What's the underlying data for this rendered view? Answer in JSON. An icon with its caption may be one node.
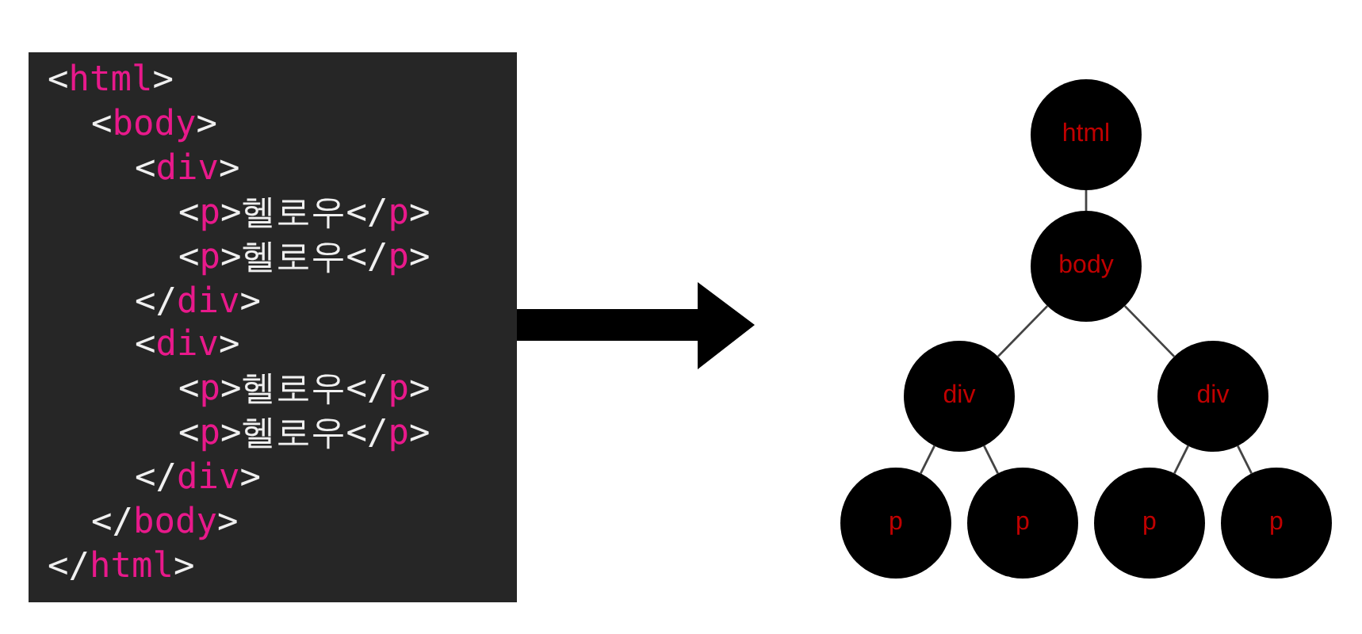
{
  "diagram": {
    "nodes": [
      {
        "text": [
          "<html>",
          "<body>",
          "<div>",
          "<p>헬로우</p>",
          "<p>헬로우</p>",
          "</div>",
          "<div>",
          "<p>헬로우</p>",
          "<p>헬로우</p>",
          "</div>",
          "</body>",
          "</html>"
        ]
      },
      {
        "text": [
          "html"
        ]
      },
      {
        "text": [
          "body"
        ]
      },
      {
        "text": [
          "div"
        ]
      },
      {
        "text": [
          "div"
        ]
      },
      {
        "text": [
          "p"
        ]
      },
      {
        "text": [
          "p"
        ]
      },
      {
        "text": [
          "p"
        ]
      },
      {
        "text": [
          "p"
        ]
      }
    ],
    "edges": [
      {
        "from": 0,
        "to": null,
        "arrow": "to"
      },
      {
        "from": 1,
        "to": 2,
        "arrow": "none"
      },
      {
        "from": 2,
        "to": 3,
        "arrow": "none"
      },
      {
        "from": 2,
        "to": 4,
        "arrow": "none"
      },
      {
        "from": 3,
        "to": 5,
        "arrow": "none"
      },
      {
        "from": 3,
        "to": 6,
        "arrow": "none"
      },
      {
        "from": 4,
        "to": 7,
        "arrow": "none"
      },
      {
        "from": 4,
        "to": 8,
        "arrow": "none"
      }
    ]
  }
}
